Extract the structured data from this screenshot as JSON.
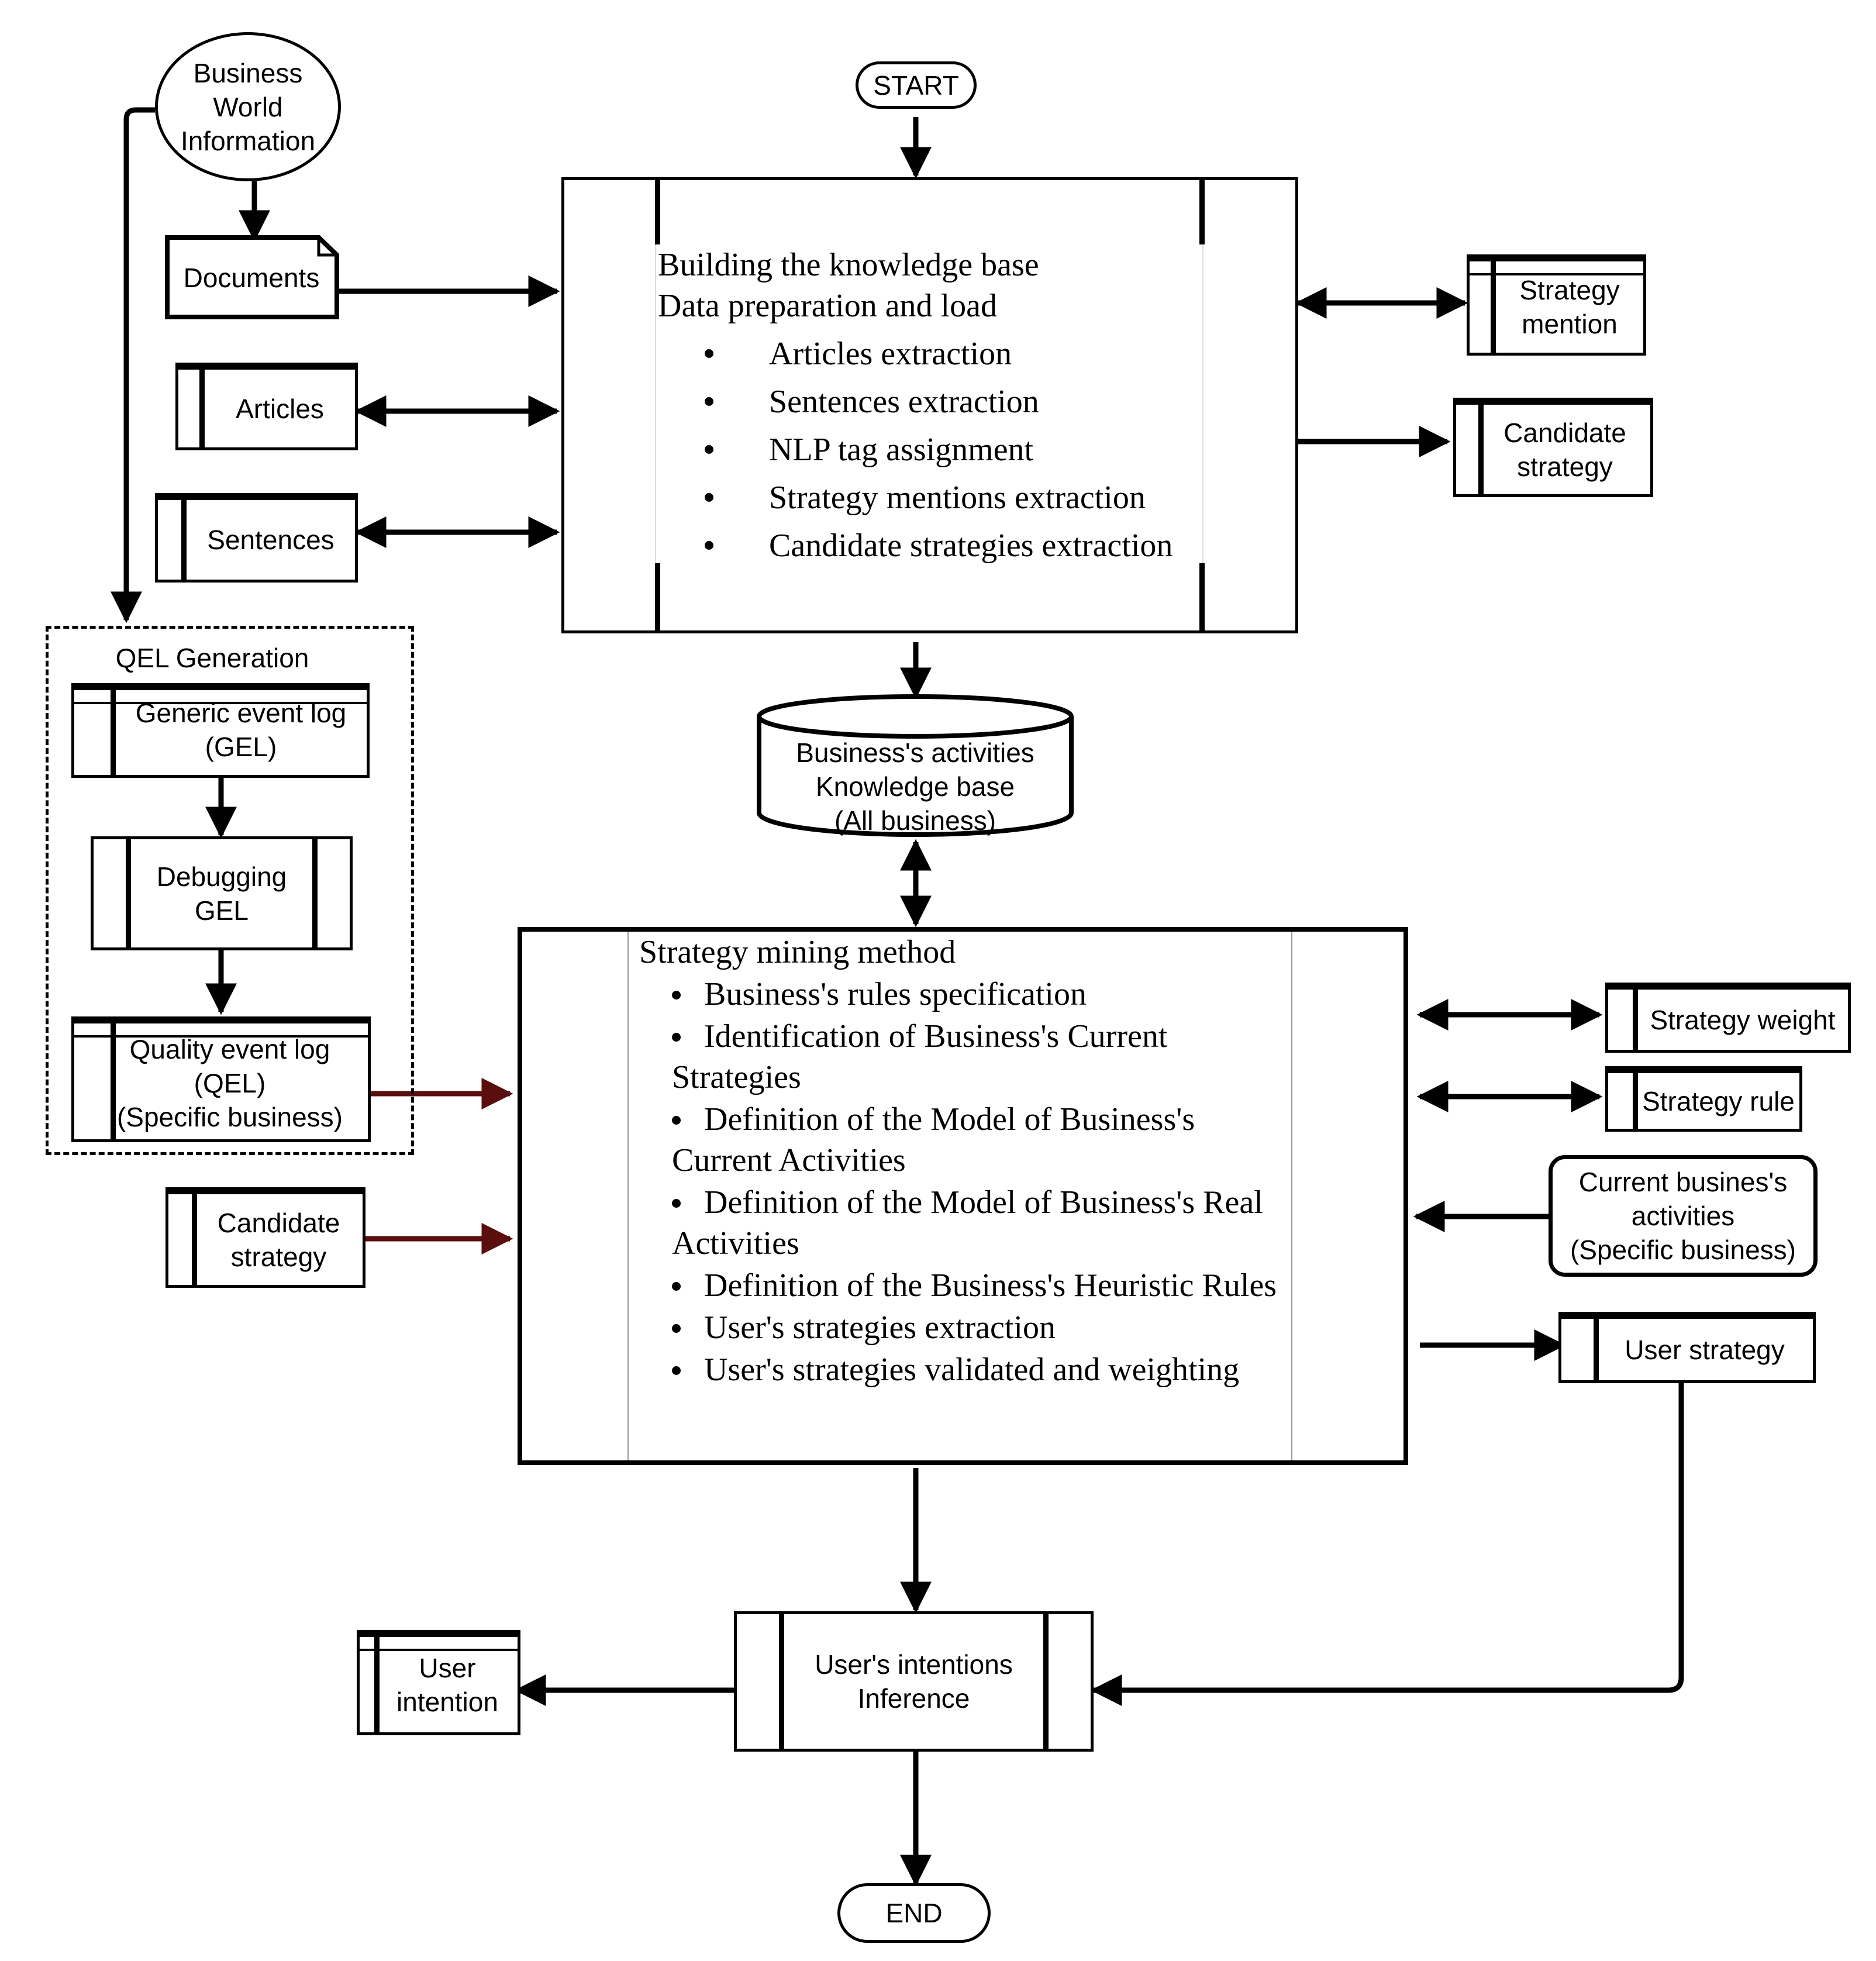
{
  "start": "START",
  "end": "END",
  "business_world_information": "Business\nWorld\nInformation",
  "documents": "Documents",
  "articles": "Articles",
  "sentences": "Sentences",
  "knowledge_base_building": {
    "title_line1": "Building the knowledge base",
    "title_line2": "Data preparation and load",
    "steps": [
      "Articles extraction",
      "Sentences extraction",
      "NLP tag assignment",
      "Strategy mentions extraction",
      "Candidate strategies extraction"
    ]
  },
  "strategy_mention": "Strategy\nmention",
  "candidate_strategy_right": "Candidate\nstrategy",
  "knowledge_base_db": "Business's activities\nKnowledge base\n(All business)",
  "qel_generation": {
    "title": "QEL Generation",
    "generic_event_log": "Generic event log\n(GEL)",
    "debugging_gel": "Debugging\nGEL",
    "quality_event_log": "Quality event log\n(QEL)\n(Specific business)"
  },
  "candidate_strategy_left": "Candidate\nstrategy",
  "strategy_mining": {
    "title": "Strategy mining method",
    "steps": [
      "Business's rules specification",
      "Identification of Business's Current Strategies",
      "Definition of the Model of Business's Current Activities",
      "Definition of the Model of Business's Real Activities",
      "Definition of the Business's Heuristic Rules",
      "User's strategies extraction",
      "User's strategies validated and weighting"
    ]
  },
  "strategy_weight": "Strategy weight",
  "strategy_rule": "Strategy rule",
  "current_business_activities": "Current busines's\nactivities\n(Specific business)",
  "user_strategy": "User strategy",
  "user_intentions_inference": "User's intentions\nInference",
  "user_intention": "User\nintention",
  "colors": {
    "line": "#000000",
    "dark_red_arrow": "#5a0e0e"
  }
}
